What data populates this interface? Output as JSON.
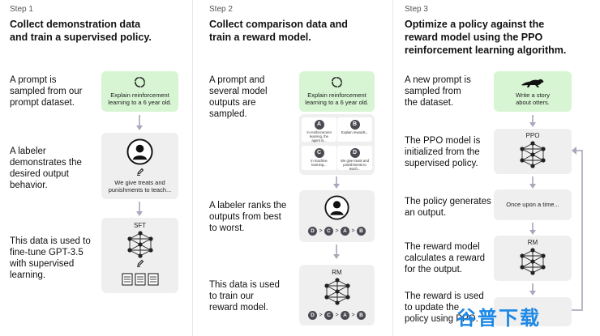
{
  "step1": {
    "step_label": "Step 1",
    "heading_line1": "Collect demonstration data",
    "heading_line2": "and train a supervised policy.",
    "desc1": [
      "A prompt is",
      "sampled from our",
      "prompt dataset."
    ],
    "desc2": [
      "A labeler",
      "demonstrates the",
      "desired output",
      "behavior."
    ],
    "desc3": [
      "This data is used to",
      "fine-tune GPT-3.5",
      "with supervised",
      "learning."
    ],
    "prompt_text": [
      "Explain reinforcement",
      "learning to a 6 year old."
    ],
    "demo_text": [
      "We give treats and",
      "punishments to teach..."
    ],
    "model_label": "SFT"
  },
  "step2": {
    "step_label": "Step 2",
    "heading_line1": "Collect comparison data and",
    "heading_line2": "train a reward model.",
    "desc1": [
      "A prompt and",
      "several model",
      "outputs are",
      "sampled."
    ],
    "desc2": [
      "A labeler ranks the",
      "outputs from best",
      "to worst."
    ],
    "desc3": [
      "This data is used",
      "to train our",
      "reward model."
    ],
    "prompt_text": [
      "Explain reinforcement",
      "learning to a 6 year old."
    ],
    "outputs": [
      {
        "letter": "A",
        "text": [
          "In reinforcement",
          "learning, the",
          "agent is..."
        ]
      },
      {
        "letter": "B",
        "text": [
          "Explain rewards..."
        ]
      },
      {
        "letter": "C",
        "text": [
          "In machine",
          "learning..."
        ]
      },
      {
        "letter": "D",
        "text": [
          "We give treats and",
          "punishments to",
          "teach..."
        ]
      }
    ],
    "ranking": [
      "D",
      "C",
      "A",
      "B"
    ],
    "ranking_symbol": ">",
    "model_label": "RM"
  },
  "step3": {
    "step_label": "Step 3",
    "heading_line1": "Optimize a policy against the",
    "heading_line2": "reward model using the PPO",
    "heading_line3": "reinforcement learning algorithm.",
    "desc1": [
      "A new prompt is",
      "sampled from",
      "the dataset."
    ],
    "desc2": [
      "The PPO model is",
      "initialized from the",
      "supervised policy."
    ],
    "desc3": [
      "The policy generates",
      "an output."
    ],
    "desc4": [
      "The reward model",
      "calculates a reward",
      "for the output."
    ],
    "desc5": [
      "The reward is used",
      "to update the",
      "policy using PPO."
    ],
    "prompt_text": [
      "Write a story",
      "about otters."
    ],
    "ppo_label": "PPO",
    "output_text": "Once upon a time...",
    "rm_label": "RM"
  },
  "watermark": "谷普下载",
  "colors": {
    "prompt_card": "#d7f5d3",
    "card": "#efefef",
    "arrow": "#b8b8c8",
    "badge": "#4a4a52",
    "watermark": "#1e88e5"
  }
}
